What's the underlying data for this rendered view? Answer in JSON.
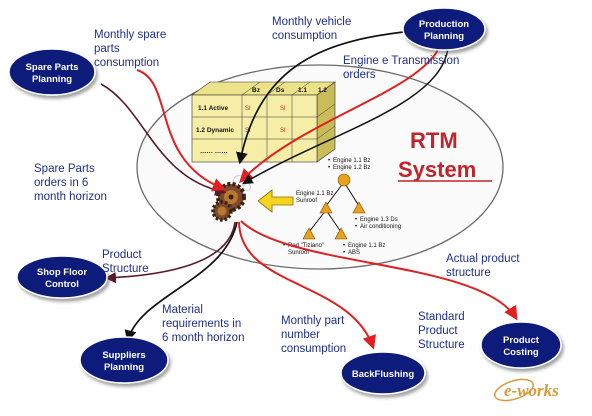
{
  "nodes": {
    "spare_parts_planning": [
      "Spare Parts",
      "Planning"
    ],
    "production_planning": [
      "Production",
      "Planning"
    ],
    "shop_floor_control": [
      "Shop Floor",
      "Control"
    ],
    "suppliers_planning": [
      "Suppliers",
      "Planning"
    ],
    "backflushing": [
      "BackFlushing"
    ],
    "product_costing": [
      "Product",
      "Costing"
    ]
  },
  "labels": {
    "monthly_spare_parts": [
      "Monthly spare",
      "parts",
      "consumption"
    ],
    "monthly_vehicle": [
      "Monthly  vehicle",
      "consumption"
    ],
    "engine_transmission": [
      "Engine e Transmission",
      "orders"
    ],
    "spare_parts_orders": [
      "Spare Parts",
      "orders in 6",
      "month horizon"
    ],
    "product_structure": [
      "Product",
      "Structure"
    ],
    "actual_product_structure": [
      "Actual product",
      "structure"
    ],
    "material_requirements": [
      "Material",
      "requirements in",
      "6 month horizon"
    ],
    "monthly_part_number": [
      "Monthly part",
      "number",
      "consumption"
    ],
    "standard_product_structure": [
      "Standard",
      "Product",
      "Structure"
    ]
  },
  "system": {
    "title_line1": "RTM",
    "title_line2": "System"
  },
  "cube": {
    "header": [
      "Bz",
      "Ds",
      "1.1",
      "1.2"
    ],
    "rows": [
      "1.1 Active",
      "1.2 Dynamic",
      "……  ……"
    ],
    "cells": [
      "SI",
      "SI",
      "SI",
      "SI"
    ]
  },
  "tree": {
    "top": [
      "Engine 1.1 Bz",
      "Engine 1.2 Bz"
    ],
    "left_mid": [
      "Engine 1.1 Bz",
      "Sunroof"
    ],
    "right_mid": [
      "Engine 1.3 Ds",
      "Air conditioning"
    ],
    "bottom_left": [
      "Red \"Tiziano\"",
      "Sunroof"
    ],
    "bottom_right": [
      "Engine 1.1 Bz",
      "ABS"
    ]
  },
  "logo": {
    "text": "e-works"
  },
  "colors": {
    "node_fill": "#0d1f7a",
    "red_arrow": "#e02020",
    "black_arrow": "#111111",
    "label_text": "#1f2f8a",
    "rtm_text": "#c0252b",
    "cube_fill": "#f6eea6",
    "cube_side": "#c9bd5a",
    "cube_top": "#ece28a"
  }
}
